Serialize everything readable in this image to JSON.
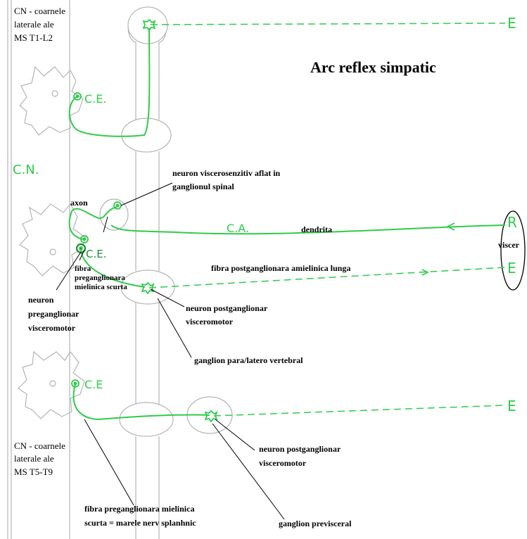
{
  "title": "Arc reflex simpatic",
  "colors": {
    "green": "#2ecc4a",
    "dark_green": "#1f8f3a",
    "outline": "#b4b4b4",
    "text": "#000000"
  },
  "labels": {
    "cn_top": [
      "CN - coarnele",
      "laterale ale",
      "MS T1-L2"
    ],
    "cn_bottom": [
      "CN - coarnele",
      "laterale ale",
      "MS T5-T9"
    ],
    "cn_side": "C.N.",
    "ce_top": "C.E.",
    "ce_middle": "C.E.",
    "ce_bottom": "C.E",
    "ca": "C.A.",
    "axon": "axon",
    "dendrita": "dendrita",
    "neuron_viscerosenzitiv": [
      "neuron viscerosenzitiv aflat in",
      "ganglionul spinal"
    ],
    "fibra_preg_scurta": [
      "fibra",
      "preganglionara",
      "mielinica scurta"
    ],
    "neuron_preganglionar": [
      "neuron",
      "preganglionar",
      "visceromotor"
    ],
    "fibra_postg_lunga": "fibra postganglionara amielinica lunga",
    "neuron_postg_1": [
      "neuron postganglionar",
      "visceromotor"
    ],
    "ganglion_para": "ganglion para/latero vertebral",
    "neuron_postg_2": [
      "neuron postganglionar",
      "visceromotor"
    ],
    "fibra_splanhnic": [
      "fibra preganglionara mielinica",
      "scurta = marele nerv splanhnic"
    ],
    "ganglion_previsceral": "ganglion previsceral",
    "viscer": "viscer",
    "E_top": "E",
    "R": "R",
    "E_middle": "E",
    "E_bottom": "E"
  }
}
